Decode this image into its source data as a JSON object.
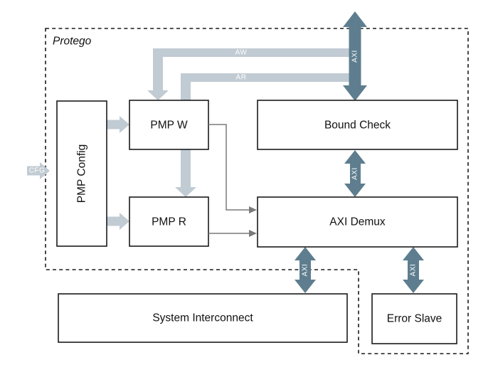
{
  "title": "Protego",
  "colors": {
    "arrow_dark": "#5e7e8f",
    "arrow_light": "#c1cbd3",
    "connector_gray": "#7a7a7a",
    "box_border": "#1a1a1a",
    "background": "#ffffff"
  },
  "blocks": {
    "pmp_config": "PMP Config",
    "pmp_w": "PMP W",
    "pmp_r": "PMP R",
    "bound_check": "Bound Check",
    "axi_demux": "AXI Demux",
    "system_interconnect": "System Interconnect",
    "error_slave": "Error Slave"
  },
  "arrow_labels": {
    "axi_top": "AXI",
    "axi_bound_demux": "AXI",
    "axi_demux_interconnect": "AXI",
    "axi_demux_error": "AXI",
    "aw": "AW",
    "ar": "AR",
    "cfg": "CFG"
  }
}
